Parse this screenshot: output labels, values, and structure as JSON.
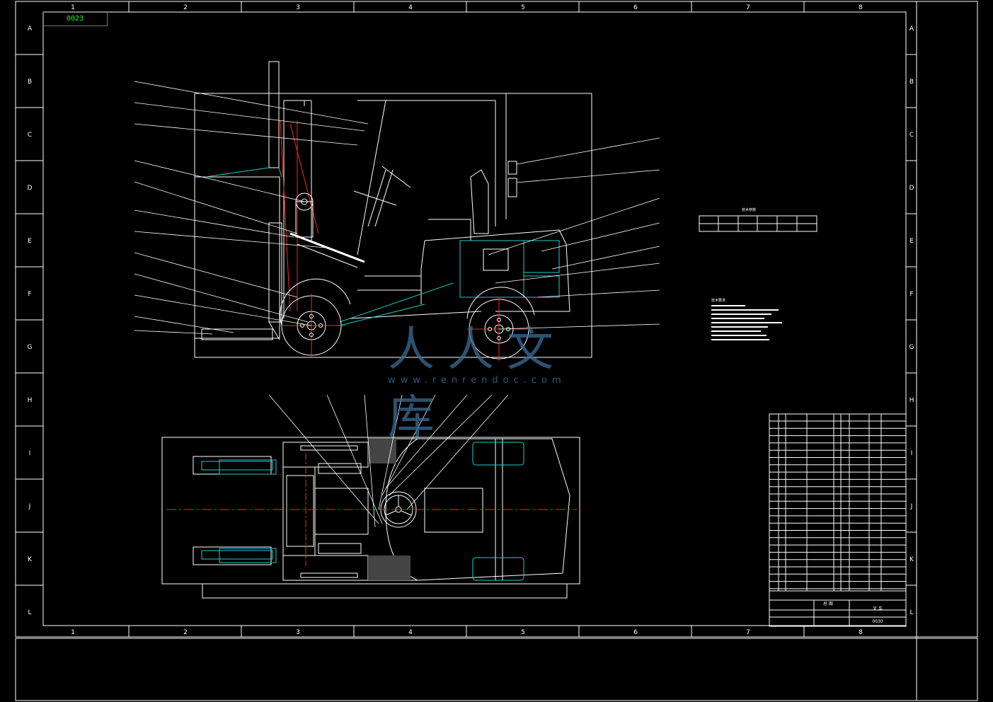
{
  "drawing_tag": "0023",
  "grid": {
    "columns": [
      "1",
      "2",
      "3",
      "4",
      "5",
      "6",
      "7",
      "8"
    ],
    "rows": [
      "A",
      "B",
      "C",
      "D",
      "E",
      "F",
      "G",
      "H",
      "I",
      "J",
      "K",
      "L"
    ]
  },
  "tech_table_title": "技术参数",
  "notes_title": "技术要求",
  "title_block": {
    "name": "叉 车",
    "drawing_no": "0030",
    "assembly": "总 图"
  },
  "watermark": {
    "text": "人人文库",
    "url": "www.renrendoc.com"
  },
  "colors": {
    "line": "#ffffff",
    "cyan": "#22cccc",
    "red": "#ff2222",
    "green": "#18ff18"
  }
}
